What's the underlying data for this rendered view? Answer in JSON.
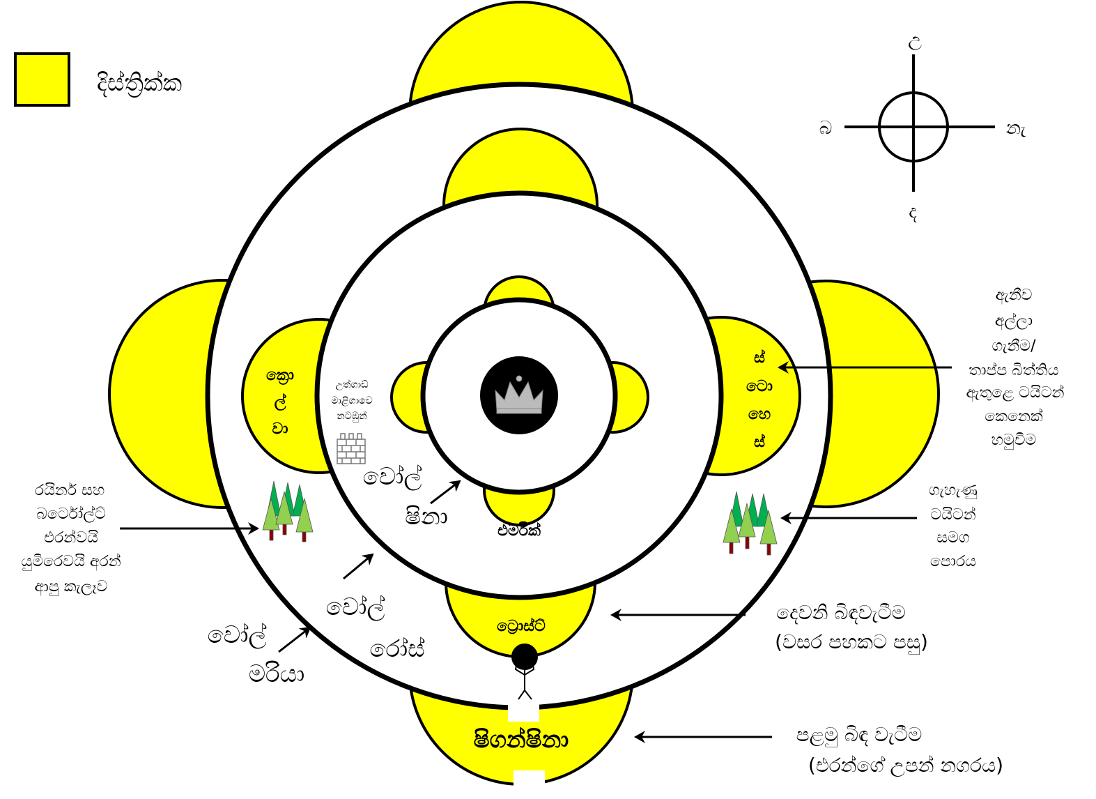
{
  "legend": {
    "label": "දිස්ත්‍රික්ක",
    "swatch_color": "#FFFF00"
  },
  "compass": {
    "north": "උ",
    "south": "ද",
    "east": "නැ",
    "west": "බ"
  },
  "colors": {
    "district": "#FFFF00",
    "wall": "#000000",
    "forest_light": "#92D050",
    "forest_dark": "#00B050",
    "trunk": "#8B0000"
  },
  "walls": {
    "sina_lines": [
      "වෝල්",
      "ෂිනා"
    ],
    "rose_lines": [
      "වෝල්",
      "රෝස්"
    ],
    "maria_lines": [
      "වෝල්",
      "මරියා"
    ]
  },
  "districts": {
    "ermich": "එර්මික්",
    "trost": "ට්‍රොස්ට්",
    "shiganshina": "ෂිගන්ෂිනා",
    "klorva_lines": [
      "ක්‍රො",
      "ල්",
      "වා"
    ],
    "stohess_lines": [
      "ස්",
      "ටො",
      "හෙ",
      "ස්"
    ]
  },
  "utgard": {
    "lines": [
      "උත්ගාඩ්",
      "මාළිගාවෙ",
      "නටඹුන්"
    ]
  },
  "annotations": {
    "annie_capture": [
      "ඇනීව",
      "අල්ලා",
      "ගැනීම/",
      "තාප්ප බිත්තිය",
      "ඇතුළෙ ටයිටන්",
      "කෙනෙක්",
      "හමුවීම"
    ],
    "female_titan": [
      "ගැහැණු",
      "ටයිටන්",
      "සමග",
      "පොරය"
    ],
    "second_breach": [
      "දෙවනි බිඳවැටීම",
      "(වසර පහකට පසු)"
    ],
    "first_breach": [
      "පළමු බිඳ වැටීම",
      "(එරන්ගේ උපන් නගරය)"
    ],
    "forest": [
      "රයිනර් සහ",
      "බර්ටෝල්ට්",
      "එරන්වයි",
      "යුමිරෙවයි අරන්",
      "ආපු කැලෑව"
    ]
  }
}
